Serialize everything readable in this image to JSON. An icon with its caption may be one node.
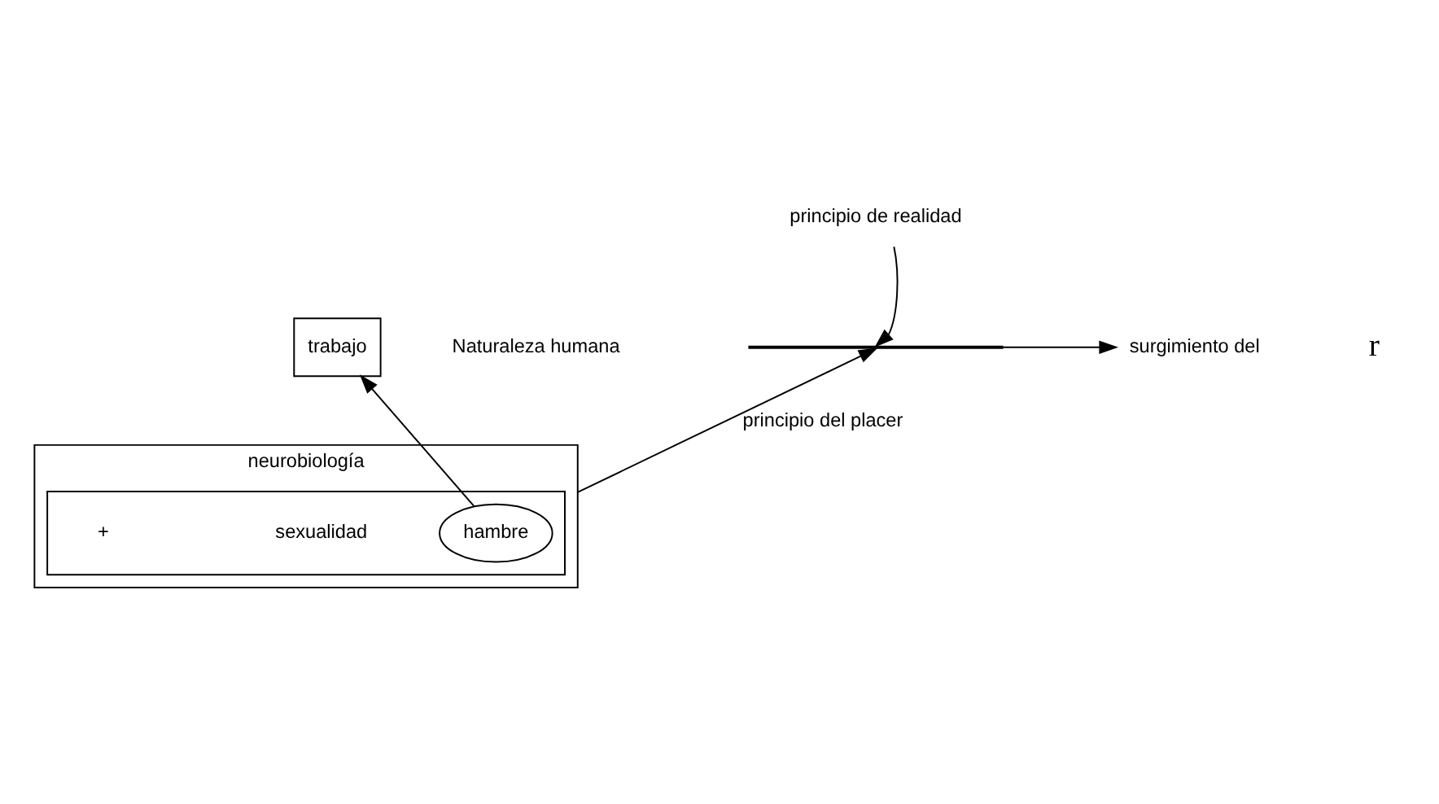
{
  "diagram": {
    "nodes": [
      {
        "text": [
          "trabajo"
        ]
      },
      {
        "text": [
          "principio de realidad"
        ]
      },
      {
        "text": [],
        "shape": "line"
      },
      {
        "text": [
          "surgimiento del"
        ]
      },
      {
        "text": [
          "neurobiología"
        ]
      },
      {
        "text": [],
        "shape": "box",
        "in": 4
      },
      {
        "text": [
          "hambre"
        ],
        "in": 5
      },
      {
        "text": [
          "sexualidad"
        ],
        "in": 5
      }
    ],
    "edges": [
      {
        "from": 6,
        "to": 0,
        "arrow": "to"
      },
      {
        "from": 1,
        "to": 2,
        "arrow": "to"
      },
      {
        "from": 4,
        "to": 2,
        "arrow": "to",
        "label": "principio del placer"
      },
      {
        "from": 2,
        "to": 3,
        "arrow": "to"
      }
    ],
    "labels": [
      "r",
      "Naturaleza humana",
      "+"
    ]
  }
}
